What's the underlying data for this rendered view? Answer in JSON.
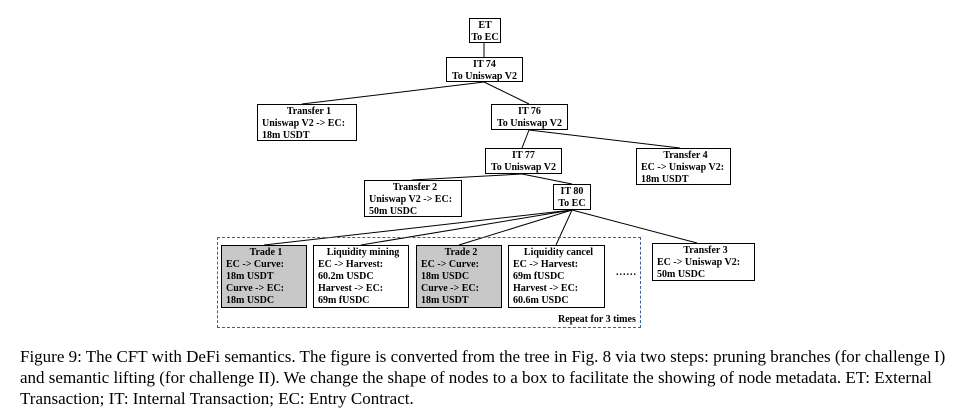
{
  "nodes": {
    "et": [
      "ET",
      "To EC"
    ],
    "it74": [
      "IT 74",
      "To Uniswap V2"
    ],
    "transfer1": [
      "Transfer 1",
      "Uniswap V2 -> EC:",
      "18m USDT"
    ],
    "it76": [
      "IT 76",
      "To Uniswap V2"
    ],
    "transfer4": [
      "Transfer 4",
      "EC -> Uniswap V2:",
      "18m USDT"
    ],
    "it77": [
      "IT 77",
      "To Uniswap V2"
    ],
    "transfer2": [
      "Transfer 2",
      "Uniswap V2 -> EC:",
      "50m USDC"
    ],
    "it80": [
      "IT 80",
      "To EC"
    ],
    "trade1": [
      "Trade 1",
      "EC -> Curve:",
      "18m USDT",
      "Curve -> EC:",
      "18m USDC"
    ],
    "liquidity_mining": [
      "Liquidity mining",
      "EC -> Harvest:",
      "60.2m USDC",
      "Harvest -> EC:",
      "69m fUSDC"
    ],
    "trade2": [
      "Trade 2",
      "EC -> Curve:",
      "18m USDC",
      "Curve -> EC:",
      "18m USDT"
    ],
    "liquidity_cancel": [
      "Liquidity cancel",
      "EC -> Harvest:",
      "69m fUSDC",
      "Harvest -> EC:",
      "60.6m USDC"
    ],
    "transfer3": [
      "Transfer 3",
      "EC -> Uniswap V2:",
      "50m USDC"
    ]
  },
  "repeat_label": "Repeat for 3 times",
  "ellipsis": "......",
  "caption": "Figure 9: The CFT with DeFi semantics. The figure is converted from the tree in Fig. 8 via two steps: pruning branches (for challenge I) and semantic lifting (for challenge II). We change the shape of nodes to a box to facilitate the showing of node metadata. ET: External Transaction; IT: Internal Transaction; EC: Entry Contract.",
  "colors": {
    "shaded_node": "#c8c8c8",
    "repeat_border": "#3b5f9e"
  }
}
